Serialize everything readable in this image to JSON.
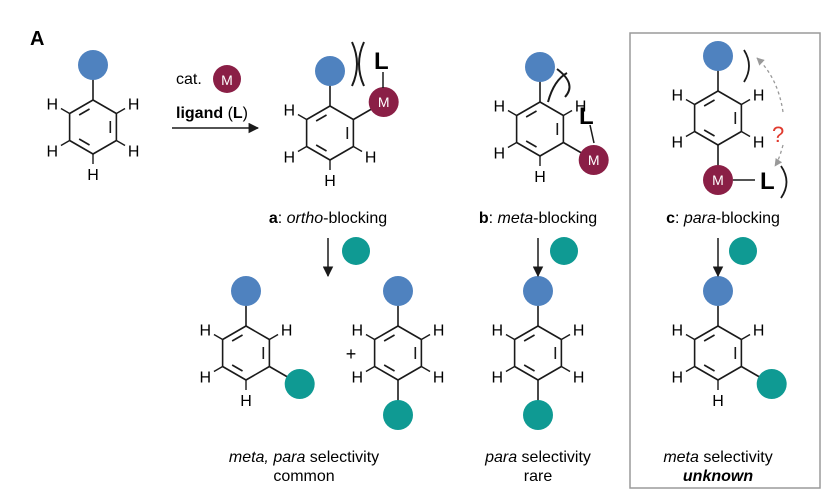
{
  "panel_label": "A",
  "reaction": {
    "cat_prefix": "cat.",
    "metal": "M",
    "ligand_word": "ligand",
    "ligand_paren_open": "(",
    "ligand_symbol": "L",
    "ligand_paren_close": ")"
  },
  "atoms": {
    "hydrogen": "H",
    "metal": "M",
    "ligand": "L"
  },
  "cases": {
    "a": {
      "letter": "a",
      "sep": ":",
      "italic": "ortho",
      "rest": "-blocking"
    },
    "b": {
      "letter": "b",
      "sep": ":",
      "italic": "meta",
      "rest": "-blocking"
    },
    "c": {
      "letter": "c",
      "sep": ":",
      "italic": "para",
      "rest": "-blocking"
    }
  },
  "question_mark": "?",
  "plus": "+",
  "outcomes": {
    "a": {
      "line1_italic": "meta, para",
      "line1_rest": " selectivity",
      "line2": "common"
    },
    "b": {
      "line1_italic": "para",
      "line1_rest": " selectivity",
      "line2": "rare"
    },
    "c": {
      "line1_italic": "meta",
      "line1_rest": " selectivity",
      "line2": "unknown"
    }
  },
  "colors": {
    "blue_substituent": "#4f82bf",
    "teal_reagent": "#0f9a93",
    "metal": "#8a1f46",
    "question": "#e03a2e",
    "arrow_dashed": "#999999",
    "box_border": "#9a9a9a",
    "bond": "#1a1a1a"
  },
  "icons": {
    "blue_sphere": "blue-substituent-circle",
    "teal_sphere": "teal-reagent-circle",
    "metal_sphere": "metal-catalyst-circle"
  }
}
